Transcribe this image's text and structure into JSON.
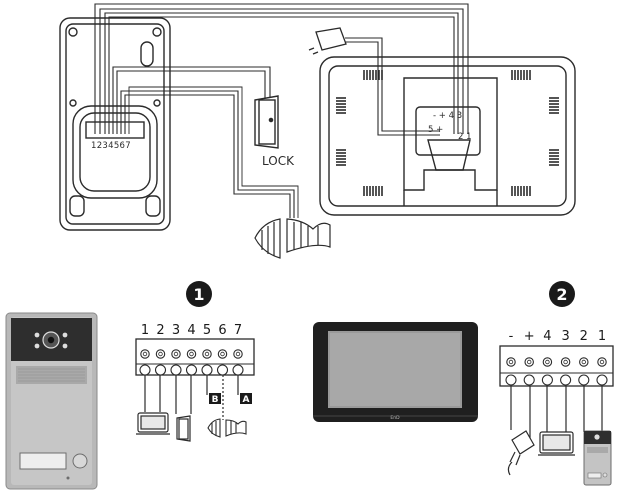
{
  "labels": {
    "outdoor_terminal": "1234567",
    "lock": "LOCK",
    "monitor_terminal_top": "- + 4 3",
    "monitor_terminal_bottom_left": "5 +",
    "monitor_terminal_bottom_right": "2 1",
    "step_1": "1",
    "step_2": "2",
    "brand": "EnD",
    "tag_b": "B",
    "tag_a": "A"
  },
  "terminal_1": [
    "1",
    "2",
    "3",
    "4",
    "5",
    "6",
    "7"
  ],
  "terminal_2": [
    "-",
    "+",
    "4",
    "3",
    "2",
    "1"
  ],
  "colors": {
    "line": "#2b2b2b",
    "badge": "#1a1a1a",
    "panel_silver": "#b8b8b8",
    "panel_dark": "#2e2e2e",
    "screen": "#9a9a9a"
  }
}
